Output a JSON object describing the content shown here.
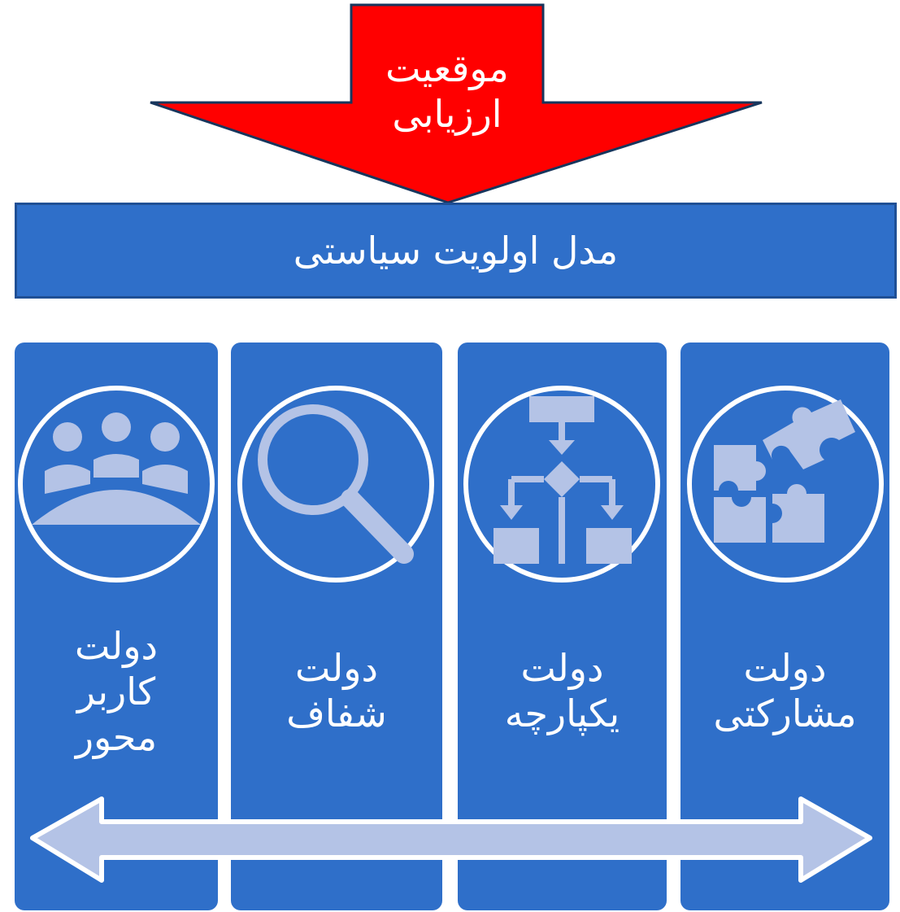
{
  "arrow": {
    "line1": "موقعیت",
    "line2": "ارزیابی",
    "color": "#ff0000"
  },
  "banner": {
    "title": "مدل اولویت سیاستی",
    "color": "#2f6fc9"
  },
  "columns": [
    {
      "icon": "people-icon",
      "line1": "دولت",
      "line2": "کاربر",
      "line3": "محور"
    },
    {
      "icon": "magnifier-icon",
      "line1": "دولت",
      "line2": "شفاف",
      "line3": ""
    },
    {
      "icon": "flowchart-icon",
      "line1": "دولت",
      "line2": "یکپارچه",
      "line3": ""
    },
    {
      "icon": "puzzle-icon",
      "line1": "دولت",
      "line2": "مشارکتی",
      "line3": ""
    }
  ],
  "bottom_arrow": {
    "icon": "double-arrow-icon",
    "color": "#b4c3e6"
  }
}
